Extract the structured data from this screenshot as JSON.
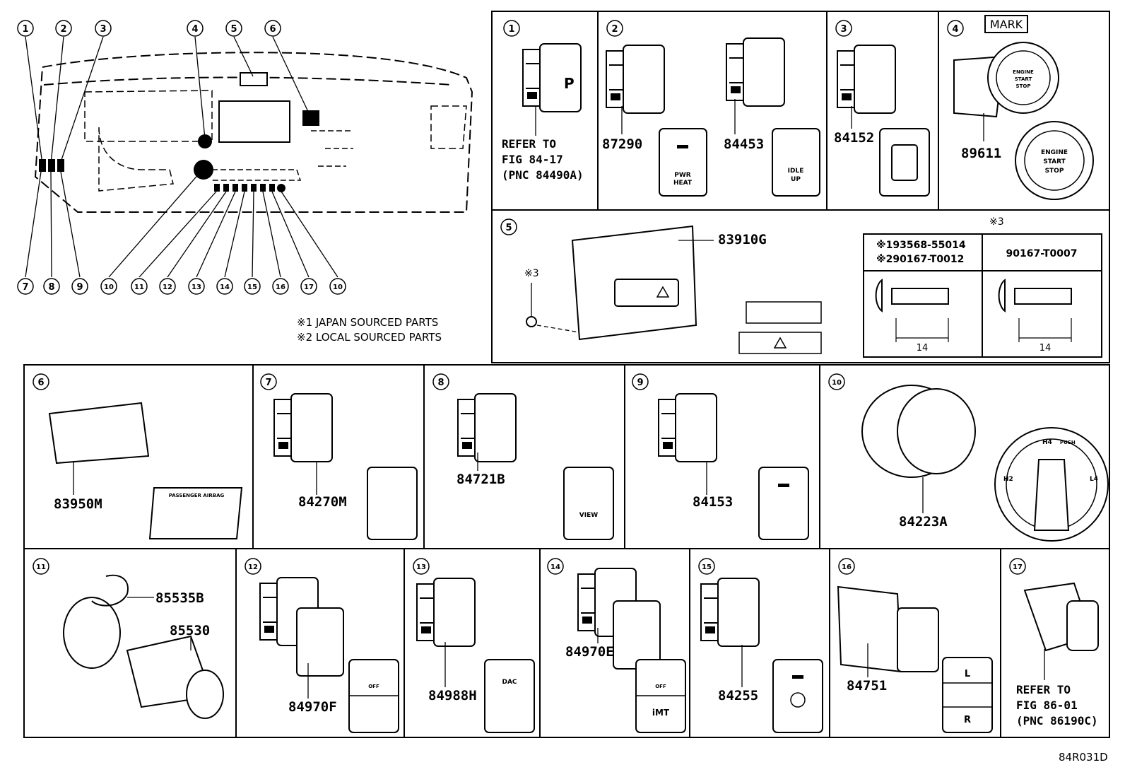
{
  "overview": {
    "callouts_top": [
      "1",
      "2",
      "3",
      "4",
      "5",
      "6"
    ],
    "callouts_bottom": [
      "7",
      "8",
      "9",
      "10",
      "11",
      "12",
      "13",
      "14",
      "15",
      "16",
      "17",
      "10"
    ],
    "notes": [
      "※1 JAPAN SOURCED PARTS",
      "※2 LOCAL SOURCED PARTS"
    ]
  },
  "panels": {
    "p1": {
      "num": "1",
      "refer": [
        "REFER TO",
        "FIG 84-17",
        "(PNC 84490A)"
      ]
    },
    "p2": {
      "num": "2",
      "parts": [
        "87290",
        "84453"
      ],
      "lbl_a": [
        "PWR",
        "HEAT"
      ],
      "lbl_b": [
        "IDLE",
        "UP"
      ]
    },
    "p3": {
      "num": "3",
      "parts": [
        "84152"
      ]
    },
    "p4": {
      "num": "4",
      "mark": "MARK",
      "parts": [
        "89611"
      ],
      "button": [
        "ENGINE",
        "START",
        "STOP"
      ]
    },
    "p5": {
      "num": "5",
      "parts": [
        "83910G"
      ],
      "star": "※3",
      "table_star": "※3",
      "table_col1": [
        "※193568-55014",
        "※290167-T0012"
      ],
      "table_col2": "90167-T0007",
      "dims": [
        "14",
        "14"
      ]
    },
    "p6": {
      "num": "6",
      "parts": [
        "83950M"
      ],
      "label": "PASSENGER AIRBAG"
    },
    "p7": {
      "num": "7",
      "parts": [
        "84270M"
      ]
    },
    "p8": {
      "num": "8",
      "parts": [
        "84721B"
      ],
      "label": "VIEW"
    },
    "p9": {
      "num": "9",
      "parts": [
        "84153"
      ]
    },
    "p10": {
      "num": "10",
      "parts": [
        "84223A"
      ],
      "dial": [
        "H4",
        "PUSH",
        "L4",
        "H2"
      ]
    },
    "p11": {
      "num": "11",
      "parts": [
        "85535B",
        "85530"
      ]
    },
    "p12": {
      "num": "12",
      "parts": [
        "84970F"
      ],
      "label": "OFF"
    },
    "p13": {
      "num": "13",
      "parts": [
        "84988H"
      ],
      "label": "DAC"
    },
    "p14": {
      "num": "14",
      "parts": [
        "84970E"
      ],
      "label_a": "OFF",
      "label_b": "iMT"
    },
    "p15": {
      "num": "15",
      "parts": [
        "84255"
      ]
    },
    "p16": {
      "num": "16",
      "parts": [
        "84751"
      ],
      "labels": [
        "L",
        "R"
      ]
    },
    "p17": {
      "num": "17",
      "refer": [
        "REFER TO",
        "FIG 86-01",
        "(PNC 86190C)"
      ]
    }
  },
  "figure_id": "84R031D"
}
